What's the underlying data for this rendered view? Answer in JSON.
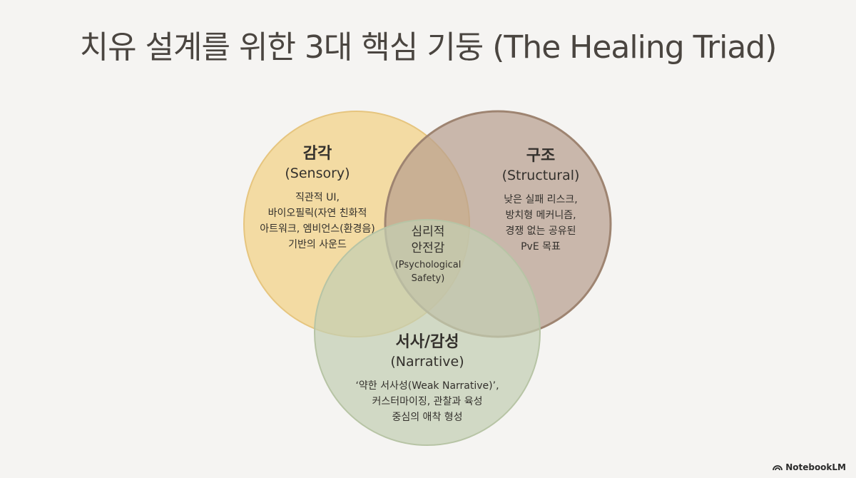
{
  "title": "치유 설계를 위한 3대 핵심 기둥 (The Healing Triad)",
  "colors": {
    "sensory": "#f2d48d",
    "structural": "#b9a08f",
    "narrative": "#c4cfb3",
    "stroke_sensory": "#e6c57f",
    "stroke_structural": "#9e8471",
    "stroke_narrative": "#b7c4a5"
  },
  "circles": {
    "sensory": {
      "title": "감각",
      "subtitle": "(Sensory)",
      "lines": [
        "직관적 UI,",
        "바이오필릭(자연 친화적",
        "아트워크, 엠비언스(환경음)",
        "기반의 사운드"
      ]
    },
    "structural": {
      "title": "구조",
      "subtitle": "(Structural)",
      "lines": [
        "낮은 실패 리스크,",
        "방치형 메커니즘,",
        "경쟁 없는 공유된",
        "PvE 목표"
      ]
    },
    "narrative": {
      "title": "서사/감성",
      "subtitle": "(Narrative)",
      "lines": [
        "‘약한 서사성(Weak Narrative)’,",
        "커스터마이징, 관찰과 육성",
        "중심의 애착 형성"
      ]
    }
  },
  "center": {
    "line1": "심리적",
    "line2": "안전감",
    "line3": "(Psychological",
    "line4": "Safety)"
  },
  "brand": "NotebookLM"
}
